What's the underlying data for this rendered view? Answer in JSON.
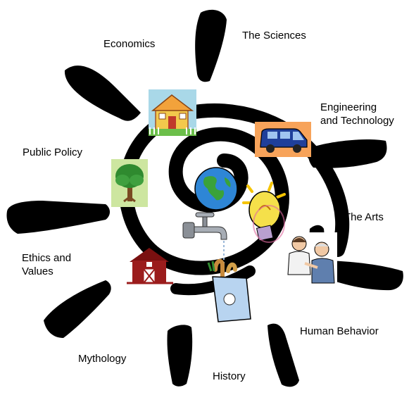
{
  "labels": {
    "economics": "Economics",
    "sciences": "The Sciences",
    "engineering_line1": "Engineering",
    "engineering_line2": "and Technology",
    "public_policy": "Public Policy",
    "arts": "The Arts",
    "ethics_line1": "Ethics and",
    "ethics_line2": "Values",
    "human_behavior": "Human Behavior",
    "mythology": "Mythology",
    "history": "History"
  },
  "icons": [
    "house-icon",
    "van-icon",
    "tree-icon",
    "globe-icon",
    "faucet-icon",
    "lightbulb-icon",
    "barn-icon",
    "grocery-bag-icon",
    "nurse-patient-icon"
  ],
  "colors": {
    "ray": "#000000",
    "globe_ocean": "#2e86d6",
    "globe_land": "#3aa23a",
    "house_bg": "#a9d8e8",
    "house_wall": "#f2c94c",
    "van_bg": "#f7a35a",
    "van_body": "#1f3f9a",
    "tree_bg": "#cde6a0",
    "tree_leaves": "#2f8a2f",
    "barn": "#9b1c1c",
    "bulb": "#f5e04a"
  }
}
